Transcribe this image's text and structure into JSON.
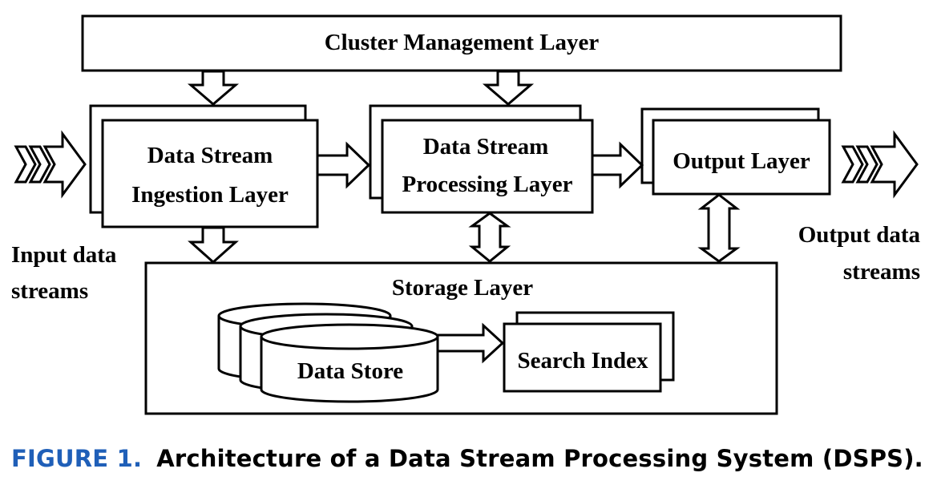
{
  "diagram": {
    "cluster_layer": "Cluster Management Layer",
    "ingestion_line1": "Data Stream",
    "ingestion_line2": "Ingestion Layer",
    "processing_line1": "Data Stream",
    "processing_line2": "Processing Layer",
    "output_layer": "Output Layer",
    "storage_layer": "Storage Layer",
    "data_store": "Data Store",
    "search_index": "Search Index",
    "input_line1": "Input data",
    "input_line2": "streams",
    "output_line1": "Output data",
    "output_line2": "streams"
  },
  "caption": {
    "label": "FIGURE 1.",
    "text": "Architecture of a Data Stream Processing System (DSPS).",
    "label_color": "#1f5fb8"
  }
}
